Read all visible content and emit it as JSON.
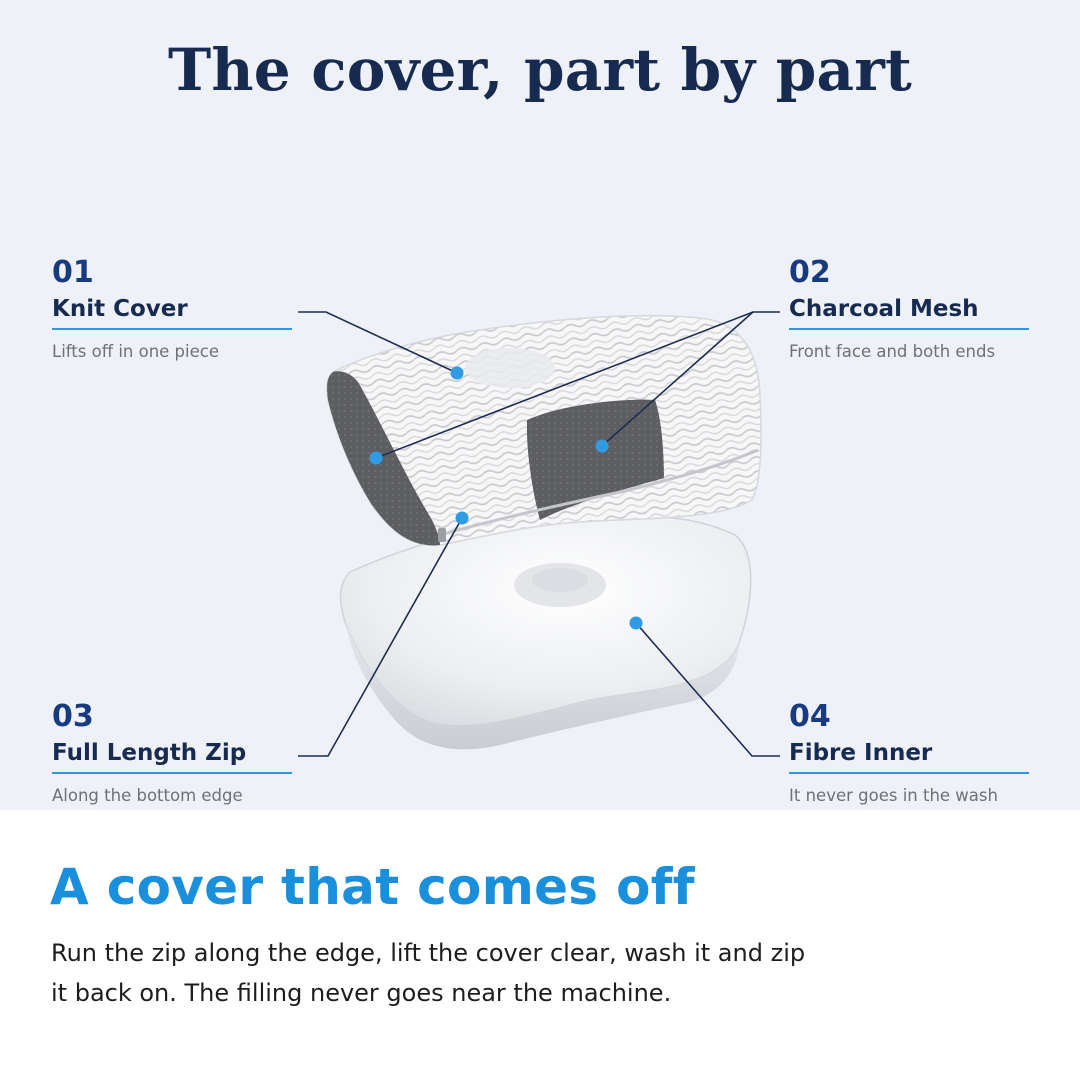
{
  "title": "The cover, part by part",
  "callouts": [
    {
      "num": "01",
      "name": "Knit Cover",
      "desc": "Lifts off in one piece"
    },
    {
      "num": "02",
      "name": "Charcoal Mesh",
      "desc": "Front face and both ends"
    },
    {
      "num": "03",
      "name": "Full Length Zip",
      "desc": "Along the bottom edge"
    },
    {
      "num": "04",
      "name": "Fibre Inner",
      "desc": "It never goes in the wash"
    }
  ],
  "feature": {
    "headline": "A cover that comes off",
    "body": "Run the zip along the edge, lift the cover clear, wash it and zip it back on. The filling never goes near the machine."
  },
  "colors": {
    "title": "#172a4f",
    "accent": "#1a8fdc",
    "rule": "#2a99de",
    "number": "#173a80",
    "panel": "#eef1f7",
    "mesh": "#5d5e62"
  },
  "icons": {
    "pillow-cover": "knit-pillow-cover-illustration",
    "pillow-inner": "fibre-inner-illustration"
  }
}
